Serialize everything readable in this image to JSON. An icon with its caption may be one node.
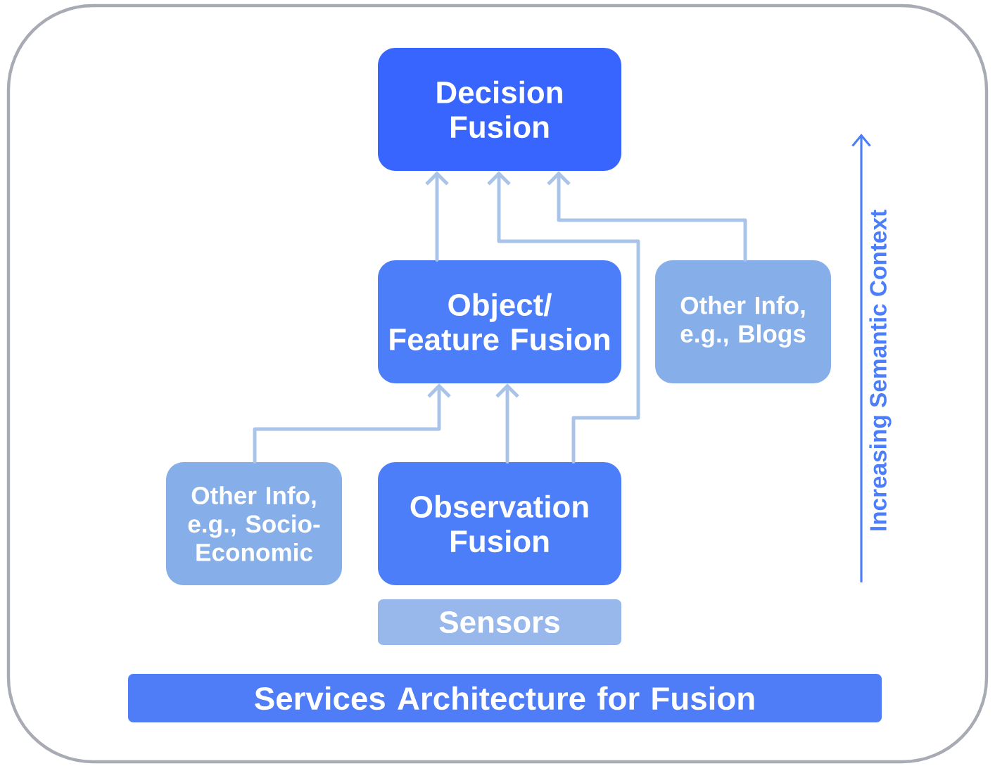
{
  "diagram": {
    "nodes": [
      {
        "text": [
          "Decision Fusion"
        ]
      },
      {
        "text": [
          "Object/ Feature Fusion"
        ]
      },
      {
        "text": [
          "Other Info, e.g., Blogs"
        ]
      },
      {
        "text": [
          "Other Info, e.g., Socio-Economic"
        ]
      },
      {
        "text": [
          "Observation Fusion"
        ]
      },
      {
        "text": [
          "Sensors"
        ]
      },
      {
        "text": [
          "Services Architecture for Fusion"
        ]
      }
    ],
    "edges": [
      {
        "from": 1,
        "to": 0,
        "arrow": "to"
      },
      {
        "from": 4,
        "to": 0,
        "arrow": "to"
      },
      {
        "from": 2,
        "to": 0,
        "arrow": "to"
      },
      {
        "from": 3,
        "to": 1,
        "arrow": "to"
      },
      {
        "from": 4,
        "to": 1,
        "arrow": "to"
      }
    ],
    "labels": [
      "Increasing Semantic Context"
    ]
  }
}
